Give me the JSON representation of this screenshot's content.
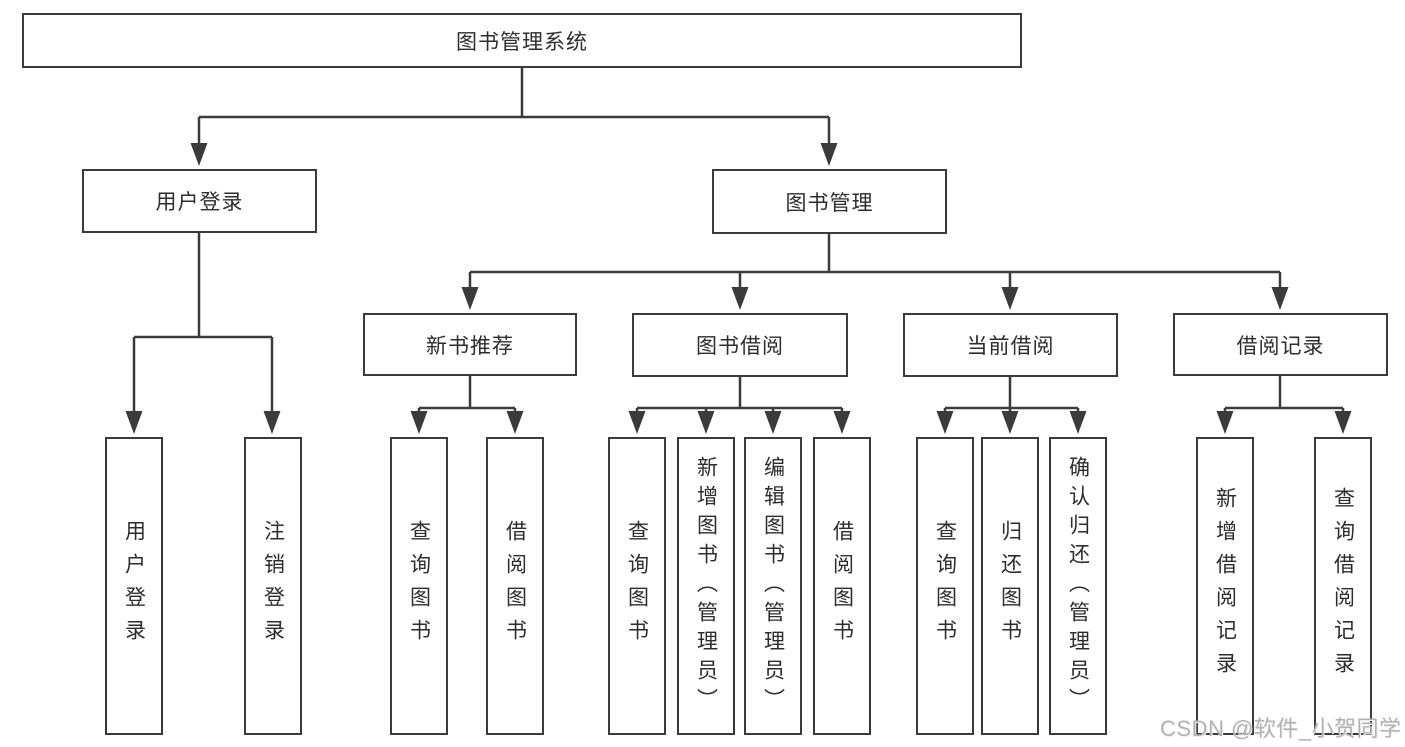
{
  "diagram": {
    "title_node": {
      "label": "图书管理系统"
    },
    "level2": [
      {
        "label": "用户登录"
      },
      {
        "label": "图书管理"
      }
    ],
    "level3": [
      {
        "label": "新书推荐"
      },
      {
        "label": "图书借阅"
      },
      {
        "label": "当前借阅"
      },
      {
        "label": "借阅记录"
      }
    ],
    "leaves": {
      "user_login": [
        {
          "label": "用户登录"
        },
        {
          "label": "注销登录"
        }
      ],
      "new_book_recommend": [
        {
          "label": "查询图书"
        },
        {
          "label": "借阅图书"
        }
      ],
      "book_borrow": [
        {
          "label": "查询图书"
        },
        {
          "label": "新增图书（管理员）"
        },
        {
          "label": "编辑图书（管理员）"
        },
        {
          "label": "借阅图书"
        }
      ],
      "current_borrow": [
        {
          "label": "查询图书"
        },
        {
          "label": "归还图书"
        },
        {
          "label": "确认归还（管理员）"
        }
      ],
      "borrow_records": [
        {
          "label": "新增借阅记录"
        },
        {
          "label": "查询借阅记录"
        }
      ]
    },
    "colors": {
      "line": "#3b3b3b",
      "text": "#2d2d2d",
      "background": "#ffffff",
      "watermark": "#b3b3b3"
    }
  },
  "watermark": {
    "text": "CSDN @软件_小贺同学"
  }
}
